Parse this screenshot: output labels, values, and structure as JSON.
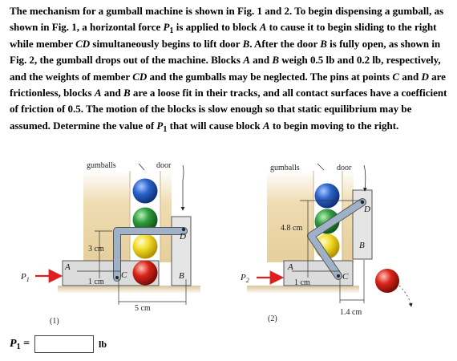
{
  "problem": {
    "t01": "The mechanism for a gumball machine is shown in Fig. 1 and 2. To begin dispensing a gumball, as shown in Fig. 1, a horizontal force ",
    "t02": "P",
    "t03": "1",
    "t04": " is applied to block ",
    "t05": "A",
    "t06": " to cause it to begin sliding to the right while member ",
    "t07": "CD",
    "t08": " simultaneously begins to lift door ",
    "t09": "B",
    "t10": ". After the door ",
    "t11": "B",
    "t12": " is fully open, as shown in Fig. 2, the gumball drops out of the machine. Blocks ",
    "t13": "A",
    "t14": " and ",
    "t15": "B",
    "t16": " weigh 0.5 lb and 0.2 lb, respectively, and the weights of member ",
    "t17": "CD",
    "t18": " and the gumballs may be neglected. The pins at points ",
    "t19": "C",
    "t20": " and ",
    "t21": "D",
    "t22": " are frictionless, blocks ",
    "t23": "A",
    "t24": " and ",
    "t25": "B",
    "t26": " are a loose fit in their tracks, and all contact surfaces have a coefficient of friction of 0.5. The motion of the blocks is slow enough so that static equilibrium may be assumed. Determine the value of ",
    "t27": "P",
    "t28": "1",
    "t29": " that will cause block ",
    "t30": "A",
    "t31": " to begin moving to the right."
  },
  "figure1": {
    "gumballs_label": "gumballs",
    "door_label": "door",
    "a_label": "A",
    "b_label": "B",
    "c_label": "C",
    "d_label": "D",
    "dim_vertical": "3 cm",
    "dim_block": "1 cm",
    "dim_horizontal": "5 cm",
    "force_label": "P",
    "force_sub": "1",
    "fig_number": "(1)"
  },
  "figure2": {
    "gumballs_label": "gumballs",
    "door_label": "door",
    "a_label": "A",
    "b_label": "B",
    "c_label": "C",
    "d_label": "D",
    "dim_vertical": "4.8 cm",
    "dim_block": "1 cm",
    "dim_horizontal": "1.4 cm",
    "force_label": "P",
    "force_sub": "2",
    "fig_number": "(2)"
  },
  "answer": {
    "label": "P",
    "label_sub": "1",
    "equals": " =",
    "value": "",
    "unit": "lb"
  },
  "colors": {
    "chute": "#efdcb2",
    "gumball_blue": "#2b63c9",
    "gumball_green": "#2e9b3c",
    "gumball_yellow": "#f2dc28",
    "gumball_red": "#d9241b",
    "member": "#9fb1c6",
    "force_arrow": "#e02020"
  }
}
